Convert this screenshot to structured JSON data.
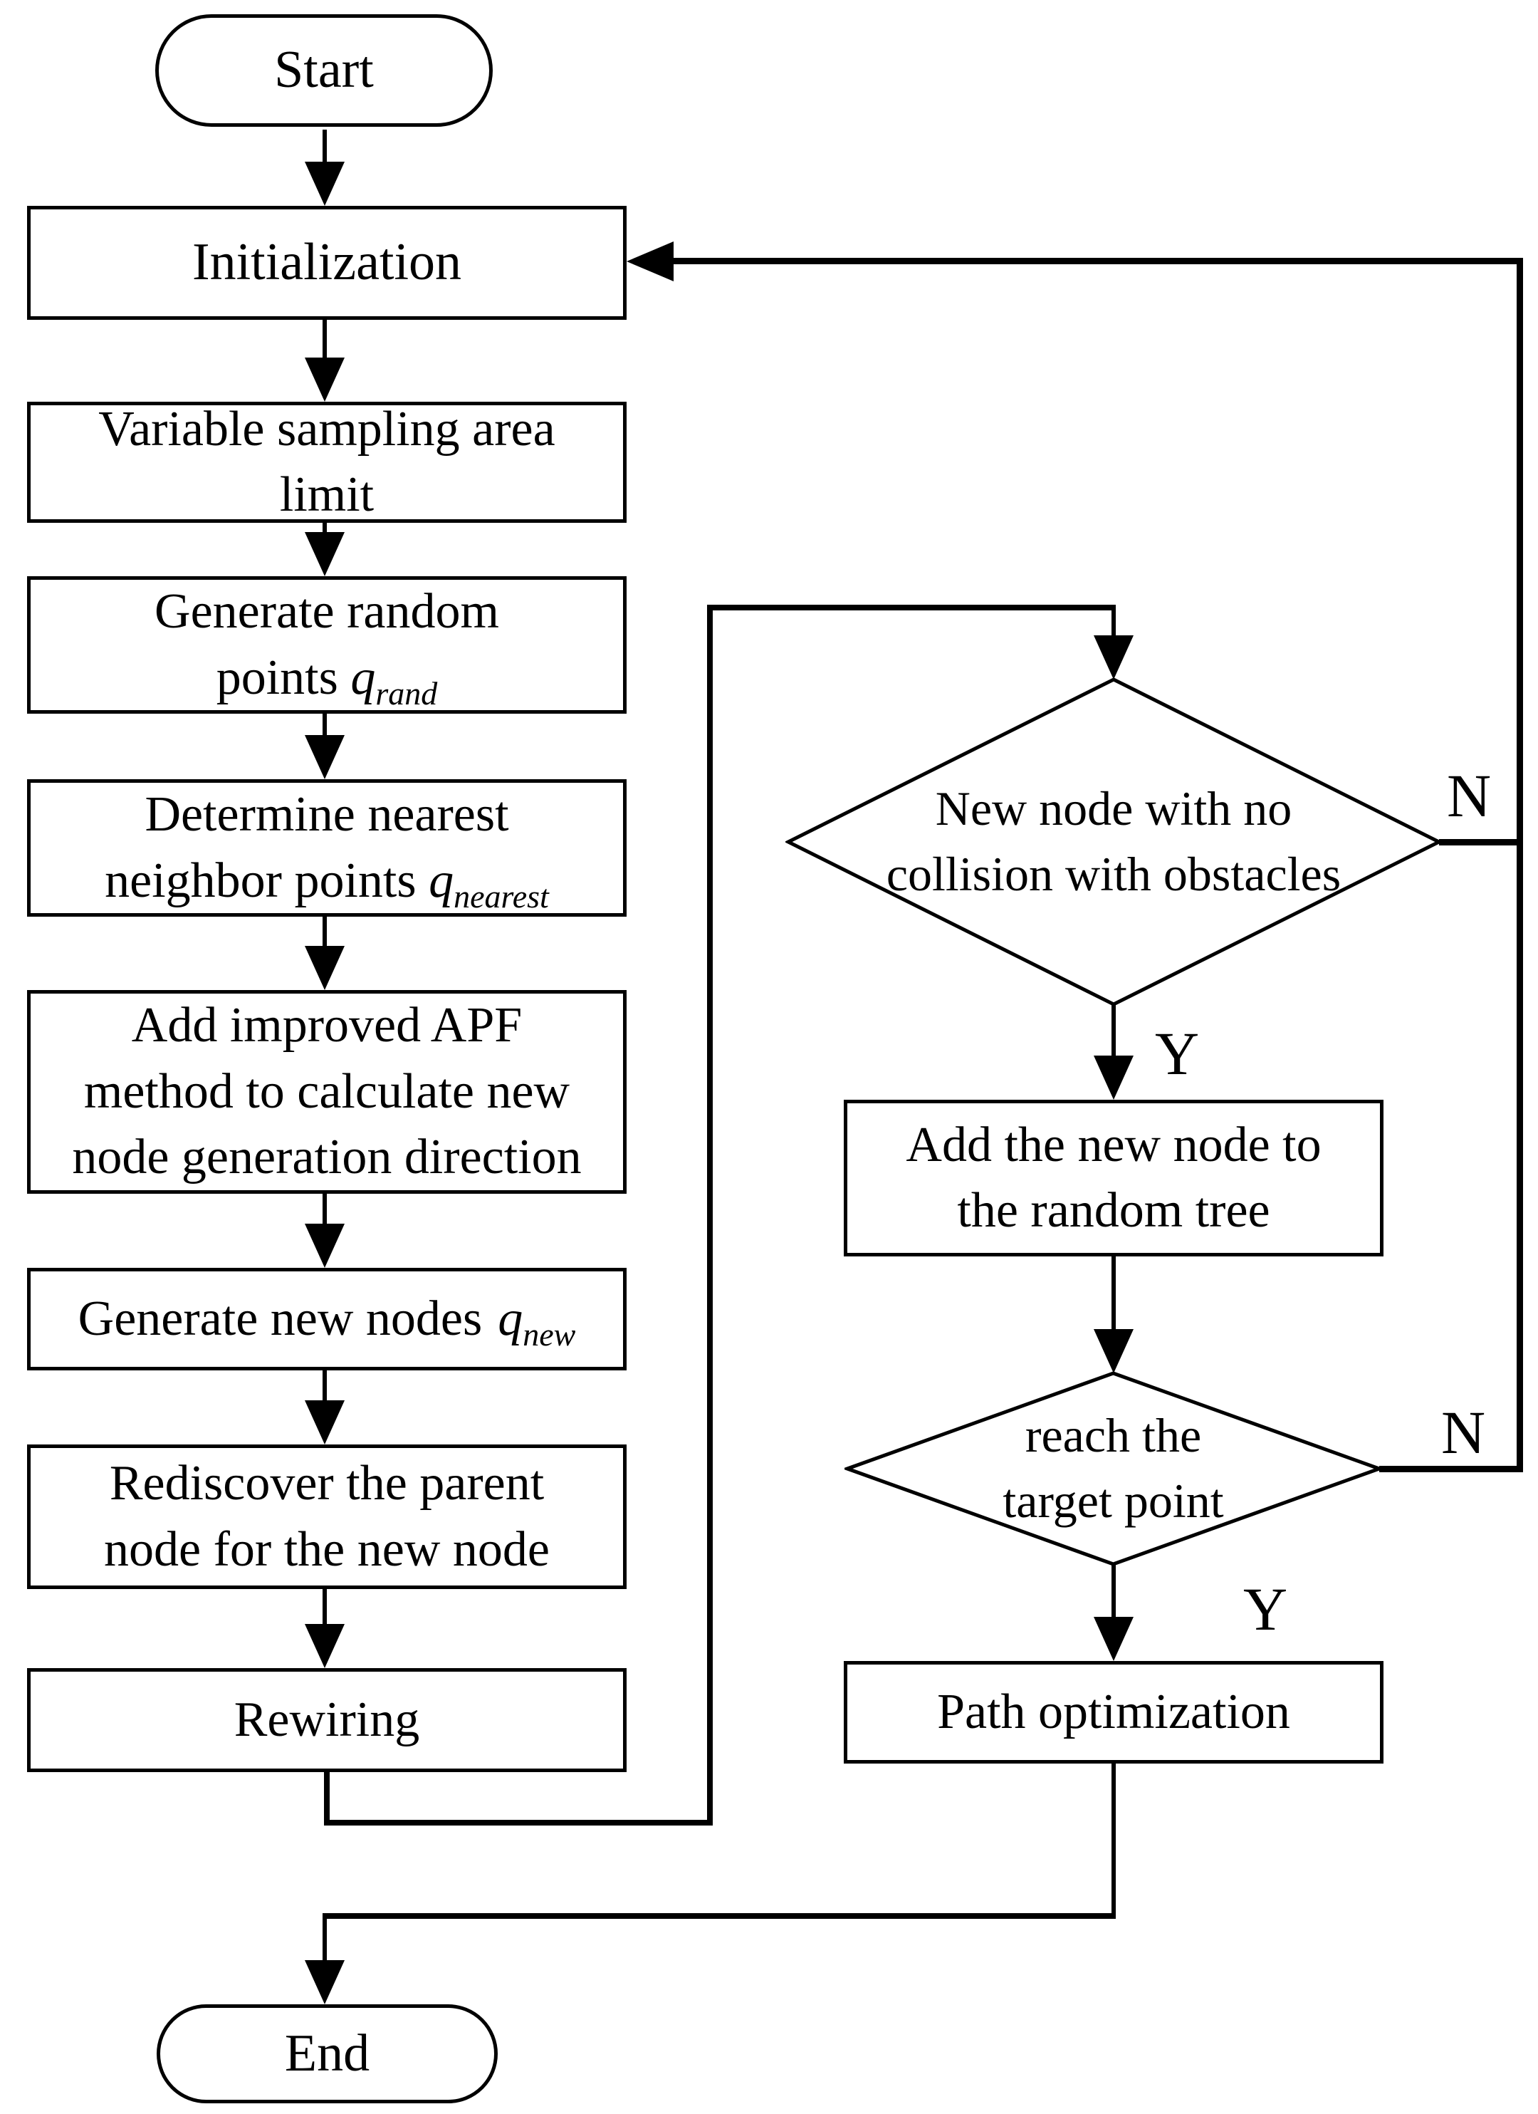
{
  "nodes": {
    "start": {
      "label": "Start"
    },
    "init": {
      "label": "Initialization"
    },
    "vsal": {
      "line1": "Variable sampling area",
      "line2": "limit"
    },
    "grp": {
      "line1": "Generate random",
      "line2_prefix": "points ",
      "var": "q",
      "sub": "rand"
    },
    "dnn": {
      "line1": "Determine nearest",
      "line2_prefix": "neighbor points ",
      "var": "q",
      "sub": "nearest"
    },
    "apf": {
      "line1": "Add improved APF",
      "line2": "method to calculate new",
      "line3": "node generation direction"
    },
    "gnn": {
      "prefix": "Generate new nodes",
      "var": "q",
      "sub": "new"
    },
    "rpn": {
      "line1": "Rediscover the parent",
      "line2": "node for the new node"
    },
    "rew": {
      "label": "Rewiring"
    },
    "d1": {
      "line1": "New node with no",
      "line2": "collision with obstacles"
    },
    "add": {
      "line1": "Add the new node to",
      "line2": "the random tree"
    },
    "d2": {
      "line1": "reach the",
      "line2": "target point"
    },
    "popt": {
      "label": "Path optimization"
    },
    "end": {
      "label": "End"
    }
  },
  "branch_labels": {
    "d1_no": "N",
    "d1_yes": "Y",
    "d2_no": "N",
    "d2_yes": "Y"
  },
  "colors": {
    "stroke": "#000000",
    "background": "#ffffff"
  }
}
